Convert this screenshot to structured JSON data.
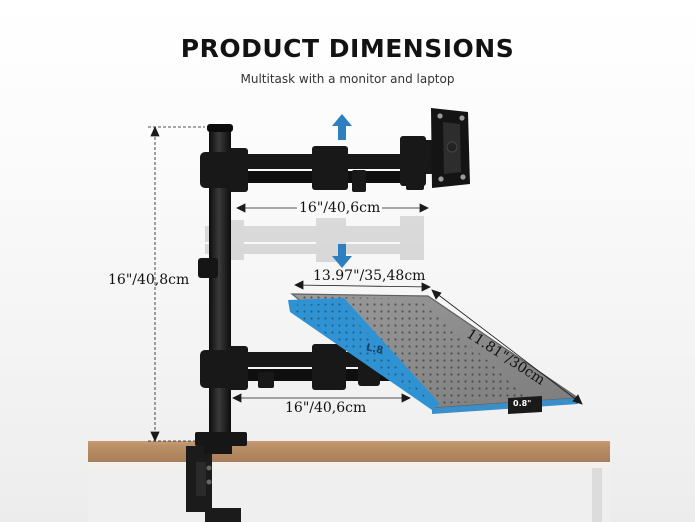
{
  "header": {
    "title": "PRODUCT DIMENSIONS",
    "subtitle": "Multitask with a monitor and laptop"
  },
  "dimensions": {
    "pole_height": "16\"/40,8cm",
    "upper_arm_length": "16\"/40,6cm",
    "lower_arm_length": "16\"/40,6cm",
    "tray_width": "13.97\"/35,48cm",
    "tray_depth": "11.81\"/30cm",
    "tray_lip": "0.8\""
  },
  "tray_label": "L.8",
  "colors": {
    "steel": "#181818",
    "tray_gray": "#8c8c8c",
    "tray_blue": "#2f93d3",
    "arrow_blue": "#2d7fc0",
    "desk_wood": "#b98f68"
  }
}
